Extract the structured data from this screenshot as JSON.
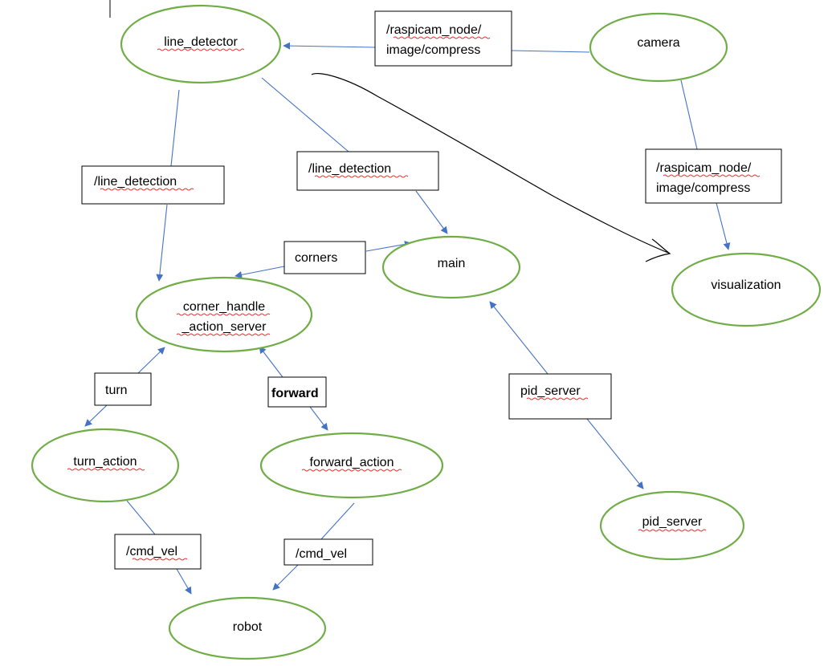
{
  "diagram": {
    "nodes": {
      "line_detector": "line_detector",
      "camera": "camera",
      "main": "main",
      "visualization": "visualization",
      "corner_handle_1": "corner_handle",
      "corner_handle_2": "_action_server",
      "turn_action": "turn_action",
      "forward_action": "forward_action",
      "pid_server": "pid_server",
      "robot": "robot"
    },
    "topics": {
      "raspicam_top_1": "/raspicam_node/",
      "raspicam_top_2": "image/compress",
      "raspicam_right_1": "/raspicam_node/",
      "raspicam_right_2": "image/compress",
      "line_detection_left": "/line_detection",
      "line_detection_mid": "/line_detection",
      "corners": "corners",
      "turn": "turn",
      "forward": "forward",
      "pid_server": "pid_server",
      "cmd_vel_left": "/cmd_vel",
      "cmd_vel_right": "/cmd_vel"
    },
    "colors": {
      "node_border": "#70ad47",
      "edge": "#4472c4",
      "spellcheck": "#e03030"
    }
  }
}
